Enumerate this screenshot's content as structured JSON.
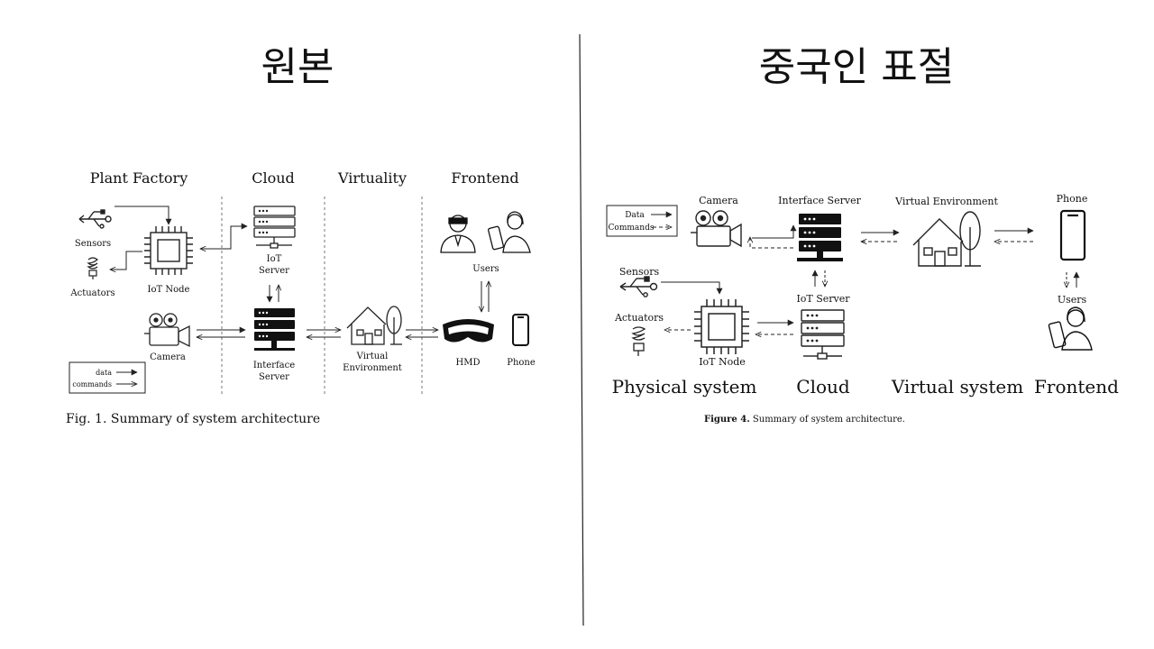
{
  "titles": {
    "left": "원본",
    "right": "중국인 표절"
  },
  "colors": {
    "ink": "#111111",
    "line": "#333333",
    "background": "#ffffff"
  },
  "original": {
    "sections": {
      "plant_factory": "Plant Factory",
      "cloud": "Cloud",
      "virtuality": "Virtuality",
      "frontend": "Frontend"
    },
    "labels": {
      "sensors": "Sensors",
      "actuators": "Actuators",
      "iot_node": "IoT Node",
      "iot_server_1": "IoT",
      "iot_server_2": "Server",
      "interface_server_1": "Interface",
      "interface_server_2": "Server",
      "camera": "Camera",
      "virtual_env_1": "Virtual",
      "virtual_env_2": "Environment",
      "users": "Users",
      "hmd": "HMD",
      "phone": "Phone"
    },
    "legend": {
      "data": "data",
      "commands": "commands"
    },
    "caption": "Fig. 1.   Summary of system architecture"
  },
  "copy": {
    "labels": {
      "camera": "Camera",
      "interface_server": "Interface Server",
      "virtual_environment": "Virtual Environment",
      "phone": "Phone",
      "sensors": "Sensors",
      "actuators": "Actuators",
      "iot_node": "IoT Node",
      "iot_server": "IoT Server",
      "users": "Users"
    },
    "legend": {
      "data": "Data",
      "commands": "Commands"
    },
    "sections": {
      "physical": "Physical system",
      "cloud": "Cloud",
      "virtual": "Virtual system",
      "frontend": "Frontend"
    },
    "caption_bold": "Figure 4.",
    "caption_text": " Summary of system architecture."
  },
  "icons": [
    "usb-icon",
    "bulb-icon",
    "chip-icon",
    "server-icon",
    "camera-icon",
    "house-icon",
    "phone-icon",
    "headset-icon",
    "user-icon"
  ]
}
